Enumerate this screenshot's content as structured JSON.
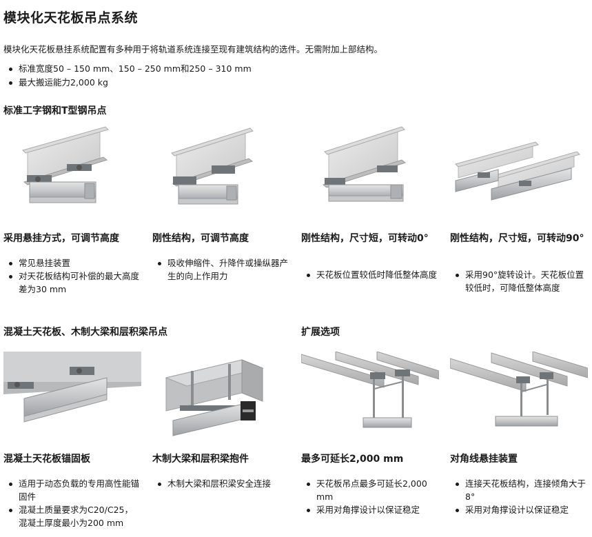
{
  "page": {
    "title": "模块化天花板吊点系统",
    "intro": "模块化天花板悬挂系统配置有多种用于将轨道系统连接至现有建筑结构的选件。无需附加上部结构。",
    "bullets": [
      "标准宽度50 – 150 mm、150 – 250 mm和250 – 310 mm",
      "最大搬运能力2,000 kg"
    ]
  },
  "sections": {
    "steel": "标准工字钢和T型钢吊点",
    "concrete": "混凝土天花板、木制大梁和层积梁吊点",
    "extension": "扩展选项"
  },
  "cards": [
    {
      "title": "采用悬挂方式，可调节高度",
      "bullets": [
        "常见悬挂装置",
        "对天花板结构可补偿的最大高度差为30 mm"
      ]
    },
    {
      "title": "刚性结构，可调节高度",
      "bullets": [
        "吸收伸缩件、升降件或操纵器产生的向上作用力"
      ]
    },
    {
      "title": "刚性结构，尺寸短，可转动0°",
      "bullets": [
        "天花板位置较低时降低整体高度"
      ]
    },
    {
      "title": "刚性结构，尺寸短，可转动90°",
      "bullets": [
        "采用90°旋转设计。天花板位置较低时，可降低整体高度"
      ]
    },
    {
      "title": "混凝土天花板锚固板",
      "bullets": [
        "适用于动态负载的专用高性能锚固件",
        "混凝土质量要求为C20/C25，混凝土厚度最小为200 mm"
      ]
    },
    {
      "title": "木制大梁和层积梁抱件",
      "bullets": [
        "木制大梁和层积梁安全连接"
      ]
    },
    {
      "title": "最多可延长2,000 mm",
      "bullets": [
        "天花板吊点最多可延长2,000 mm",
        "采用对角撑设计以保证稳定"
      ]
    },
    {
      "title": "对角线悬挂装置",
      "bullets": [
        "连接天花板结构，连接倾角大于8°",
        "采用对角撑设计以保证稳定"
      ]
    }
  ]
}
